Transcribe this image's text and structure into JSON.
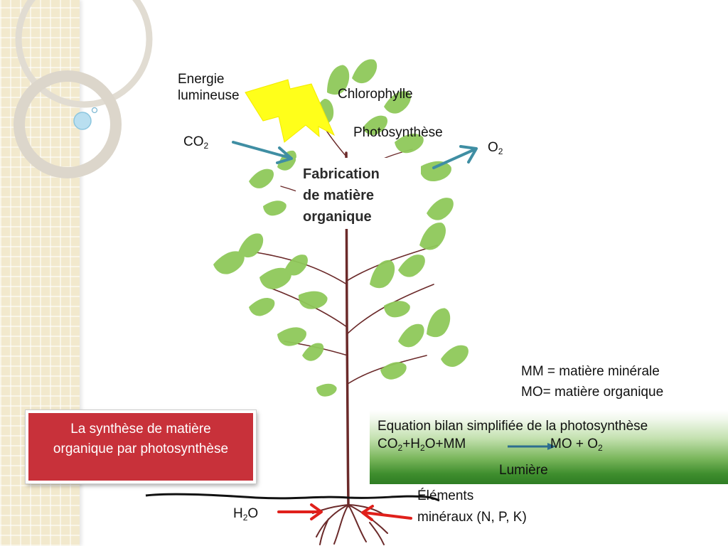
{
  "labels": {
    "energie": [
      "Energie",
      "lumineuse"
    ],
    "chlorophylle": "Chlorophylle",
    "photosynthese": "Photosynthèse",
    "co2": {
      "base": "CO",
      "sub": "2"
    },
    "o2": {
      "base": "O",
      "sub": "2"
    },
    "fabrication": [
      "Fabrication",
      "de matière",
      "organique"
    ],
    "h2o": {
      "pre": "H",
      "sub": "2",
      "post": "O"
    },
    "elements": [
      "Éléments",
      "minéraux (N, P, K)"
    ]
  },
  "legend": {
    "mm": "MM = matière minérale",
    "mo": "MO= matière organique"
  },
  "red_box": {
    "lines": [
      "La synthèse de matière",
      "organique par photosynthèse"
    ]
  },
  "equation_box": {
    "title": "Equation bilan simplifiée de la photosynthèse",
    "reactants": {
      "co": "CO",
      "sub1": "2",
      "plus_h": "+H",
      "sub2": "2",
      "rest": "O+MM"
    },
    "products": {
      "text": "MO + O",
      "sub": "2"
    },
    "condition": "Lumière"
  },
  "colors": {
    "red_box": "#c8313a",
    "blue_arrow": "#3f8ea3",
    "red_arrow": "#e0201b",
    "lightning": "#ffff1a",
    "leaf": "#8fc95a",
    "stem": "#6b2a2a"
  }
}
